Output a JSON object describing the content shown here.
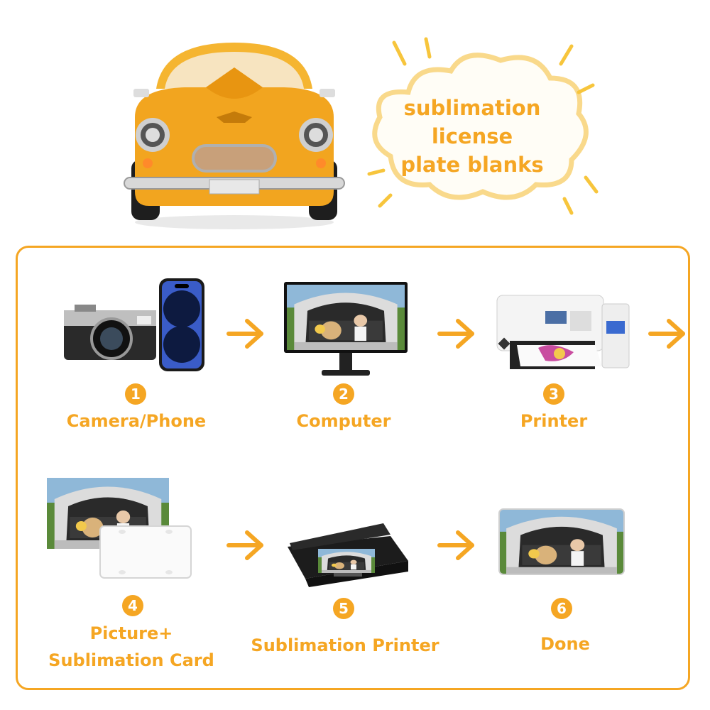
{
  "headline": {
    "line1": "sublimation",
    "line2": "license",
    "line3": "plate blanks"
  },
  "steps": [
    {
      "number": "1",
      "label": "Camera/Phone"
    },
    {
      "number": "2",
      "label": "Computer"
    },
    {
      "number": "3",
      "label": "Printer"
    },
    {
      "number": "4",
      "label_line1": "Picture+",
      "label_line2": "Sublimation Card"
    },
    {
      "number": "5",
      "label": "Sublimation Printer"
    },
    {
      "number": "6",
      "label": "Done"
    }
  ],
  "colors": {
    "accent": "#f5a623",
    "car_body": "#f2a51f",
    "background": "#ffffff"
  },
  "icons": [
    "yellow-car-icon",
    "cloud-icon",
    "camera-icon",
    "phone-icon",
    "monitor-icon",
    "printer-icon",
    "photo-icon",
    "blank-plate-icon",
    "scanner-icon",
    "finished-plate-icon",
    "arrow-right-icon"
  ]
}
